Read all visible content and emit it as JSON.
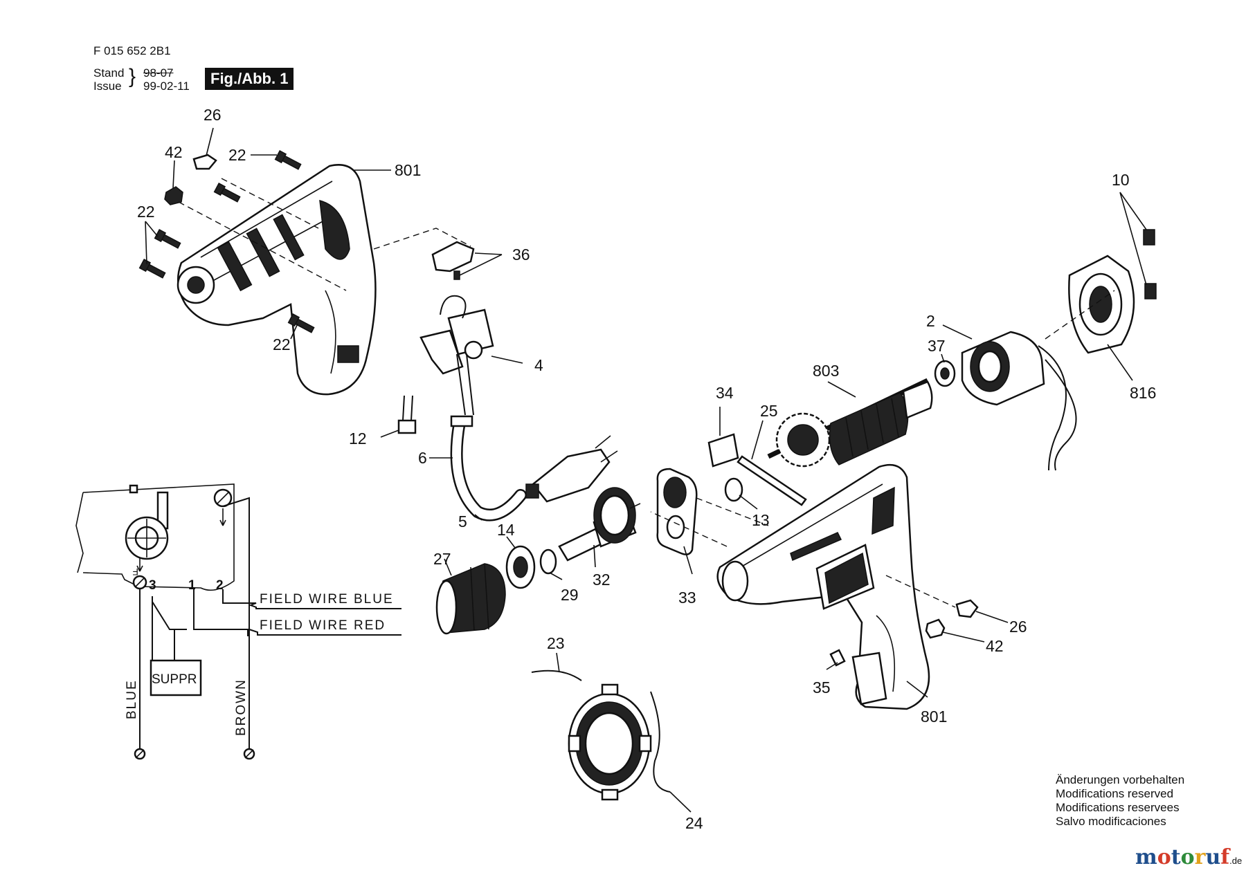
{
  "header": {
    "doc_number": "F 015 652 2B1",
    "stand_label": "Stand",
    "issue_label": "Issue",
    "stand_date_struck": "98-07",
    "issue_date": "99-02-11",
    "figure_label": "Fig./Abb. 1"
  },
  "parts": [
    {
      "id": "p26a",
      "label": "26"
    },
    {
      "id": "p42a",
      "label": "42"
    },
    {
      "id": "p22a",
      "label": "22"
    },
    {
      "id": "p801a",
      "label": "801"
    },
    {
      "id": "p22b",
      "label": "22"
    },
    {
      "id": "p36",
      "label": "36"
    },
    {
      "id": "p22c",
      "label": "22"
    },
    {
      "id": "p4",
      "label": "4"
    },
    {
      "id": "p12",
      "label": "12"
    },
    {
      "id": "p6",
      "label": "6"
    },
    {
      "id": "p5",
      "label": "5"
    },
    {
      "id": "p14",
      "label": "14"
    },
    {
      "id": "p27",
      "label": "27"
    },
    {
      "id": "p29",
      "label": "29"
    },
    {
      "id": "p32",
      "label": "32"
    },
    {
      "id": "p33",
      "label": "33"
    },
    {
      "id": "p34",
      "label": "34"
    },
    {
      "id": "p25",
      "label": "25"
    },
    {
      "id": "p13",
      "label": "13"
    },
    {
      "id": "p803",
      "label": "803"
    },
    {
      "id": "p37",
      "label": "37"
    },
    {
      "id": "p2",
      "label": "2"
    },
    {
      "id": "p10",
      "label": "10"
    },
    {
      "id": "p816",
      "label": "816"
    },
    {
      "id": "p26b",
      "label": "26"
    },
    {
      "id": "p42b",
      "label": "42"
    },
    {
      "id": "p35",
      "label": "35"
    },
    {
      "id": "p801b",
      "label": "801"
    },
    {
      "id": "p23",
      "label": "23"
    },
    {
      "id": "p24",
      "label": "24"
    }
  ],
  "wiring": {
    "field_wire_blue": "FIELD WIRE BLUE",
    "field_wire_red": "FIELD WIRE RED",
    "suppressor": "SUPPR",
    "blue": "BLUE",
    "brown": "BROWN",
    "terminal_3": "3",
    "terminal_1": "1",
    "terminal_2": "2",
    "f_mark": "F"
  },
  "notes": {
    "line1": "Änderungen vorbehalten",
    "line2": "Modifications reserved",
    "line3": "Modifications reservees",
    "line4": "Salvo modificaciones"
  },
  "logo": {
    "main": "motoruf",
    "suffix": ".de",
    "colors": {
      "m1": "#1f4e8c",
      "o1": "#d43c2a",
      "t": "#1f4e8c",
      "o2": "#2e8b3a",
      "r": "#e2a11b",
      "u": "#1f4e8c",
      "f": "#d43c2a"
    }
  }
}
